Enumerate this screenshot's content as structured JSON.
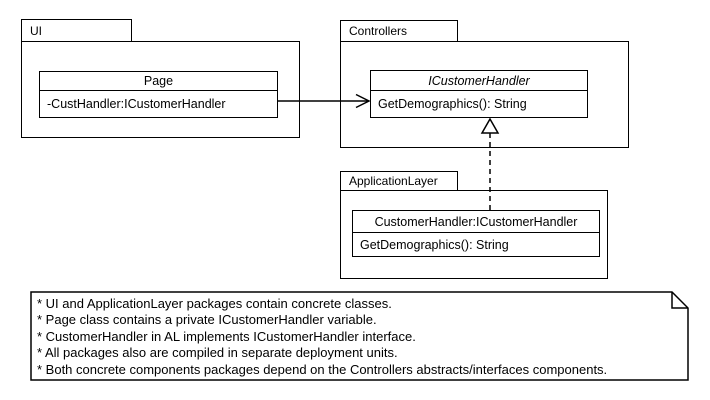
{
  "diagram": {
    "type": "uml-package-diagram",
    "background_color": "#ffffff",
    "line_color": "#000000"
  },
  "packages": {
    "ui": {
      "name": "UI",
      "classes": [
        {
          "title": "Page",
          "members": [
            "-CustHandler:ICustomerHandler"
          ]
        }
      ]
    },
    "controllers": {
      "name": "Controllers",
      "classes": [
        {
          "title": "ICustomerHandler",
          "title_style": "italic-interface",
          "members": [
            "GetDemographics(): String"
          ]
        }
      ]
    },
    "application_layer": {
      "name": "ApplicationLayer",
      "classes": [
        {
          "title": "CustomerHandler:ICustomerHandler",
          "members": [
            "GetDemographics(): String"
          ]
        }
      ]
    }
  },
  "relationships": [
    {
      "type": "association",
      "from": "UI.Page",
      "to": "Controllers.ICustomerHandler",
      "line_style": "solid",
      "arrowhead": "open"
    },
    {
      "type": "realization",
      "from": "ApplicationLayer.CustomerHandler",
      "to": "Controllers.ICustomerHandler",
      "line_style": "dashed",
      "arrowhead": "hollow-triangle"
    }
  ],
  "note": {
    "lines": [
      "* UI and ApplicationLayer packages contain concrete classes.",
      "* Page class contains a private ICustomerHandler variable.",
      "* CustomerHandler in AL implements ICustomerHandler interface.",
      "* All packages also are compiled in separate deployment units.",
      "* Both concrete components packages depend on the Controllers abstracts/interfaces components."
    ]
  }
}
